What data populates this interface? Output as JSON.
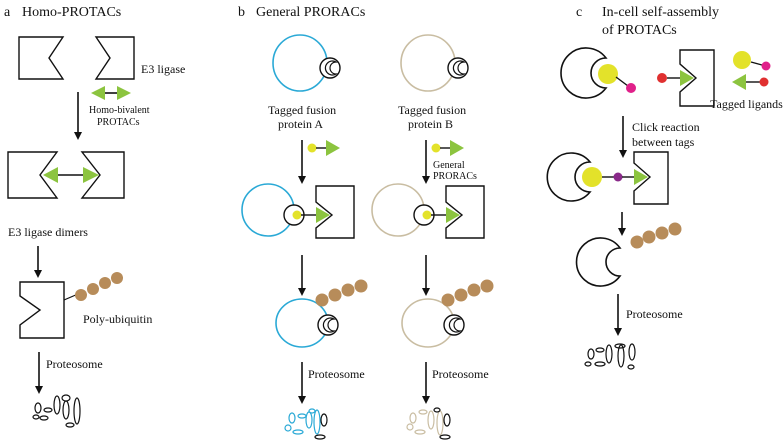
{
  "panels": {
    "a": {
      "letter": "a",
      "title": "Homo-PROTACs",
      "e3_ligase": "E3 ligase",
      "homo_bivalent_1": "Homo-bivalent",
      "homo_bivalent_2": "PROTACs",
      "e3_dimers": "E3 ligase dimers",
      "poly_ubiquitin": "Poly-ubiquitin",
      "proteosome": "Proteosome"
    },
    "b": {
      "letter": "b",
      "title": "General PRORACs",
      "fusion_a_1": "Tagged fusion",
      "fusion_a_2": "protein A",
      "fusion_b_1": "Tagged fusion",
      "fusion_b_2": "protein B",
      "general_1": "General",
      "general_2": "PRORACs",
      "proteosome_left": "Proteosome",
      "proteosome_right": "Proteosome"
    },
    "c": {
      "letter": "c",
      "title_1": "In-cell self-assembly",
      "title_2": "of PROTACs",
      "tagged_ligands": "Tagged ligands",
      "click_1": "Click reaction",
      "click_2": "between tags",
      "proteosome": "Proteosome"
    }
  },
  "colors": {
    "green": "#8cc43f",
    "yellow": "#e3e22a",
    "tan": "#b78c5a",
    "blue": "#2aa9d6",
    "beige": "#c9bda2",
    "pink": "#e0208a",
    "red": "#e03030",
    "purple": "#8a2a8a",
    "black": "#111111"
  }
}
